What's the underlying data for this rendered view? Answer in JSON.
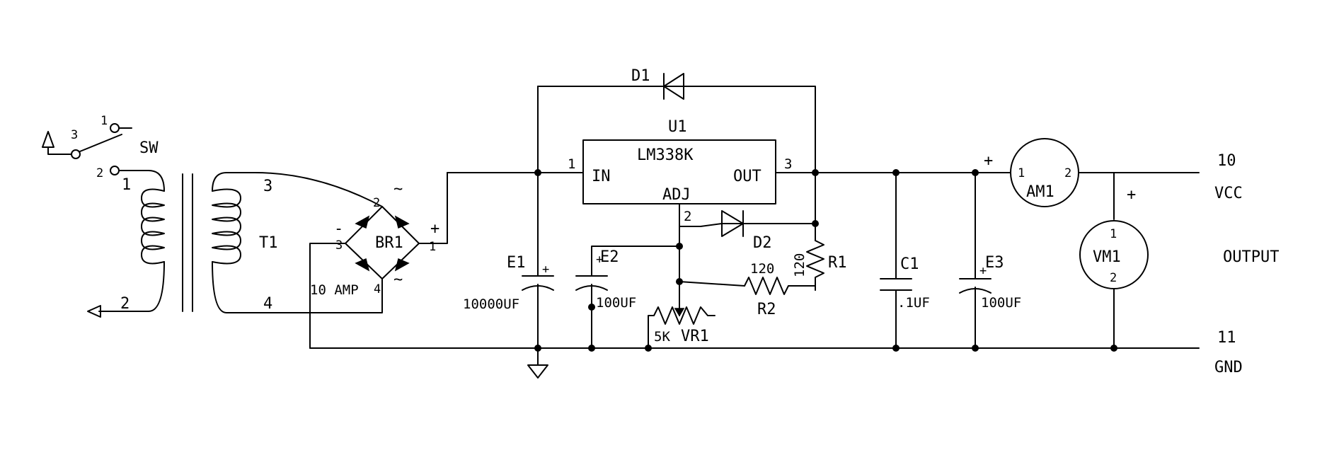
{
  "switch": {
    "ref": "SW",
    "pins": [
      "1",
      "2",
      "3"
    ]
  },
  "transformer": {
    "ref": "T1",
    "pins": [
      "1",
      "2",
      "3",
      "4"
    ]
  },
  "bridge": {
    "ref": "BR1",
    "rating": "10 AMP",
    "pins": [
      "1",
      "2",
      "3",
      "4"
    ],
    "plus": "+",
    "minus": "-",
    "ac": "~"
  },
  "regulator": {
    "ref": "U1",
    "part": "LM338K",
    "in_label": "IN",
    "out_label": "OUT",
    "adj_label": "ADJ",
    "pin_in": "1",
    "pin_adj": "2",
    "pin_out": "3"
  },
  "d1": {
    "ref": "D1"
  },
  "d2": {
    "ref": "D2"
  },
  "e1": {
    "ref": "E1",
    "value": "10000UF"
  },
  "e2": {
    "ref": "E2",
    "value": "100UF"
  },
  "e3": {
    "ref": "E3",
    "value": "100UF"
  },
  "c1": {
    "ref": "C1",
    "value": ".1UF"
  },
  "r1": {
    "ref": "R1",
    "value": "120"
  },
  "r2": {
    "ref": "R2",
    "value": "120"
  },
  "vr1": {
    "ref": "VR1",
    "value": "5K"
  },
  "am1": {
    "ref": "AM1",
    "pin1": "1",
    "pin2": "2",
    "plus": "+"
  },
  "vm1": {
    "ref": "VM1",
    "pin1": "1",
    "pin2": "2",
    "plus": "+"
  },
  "output": {
    "label": "OUTPUT",
    "vcc_pin": "10",
    "vcc_label": "VCC",
    "gnd_pin": "11",
    "gnd_label": "GND"
  },
  "polarity": {
    "plus": "+"
  }
}
